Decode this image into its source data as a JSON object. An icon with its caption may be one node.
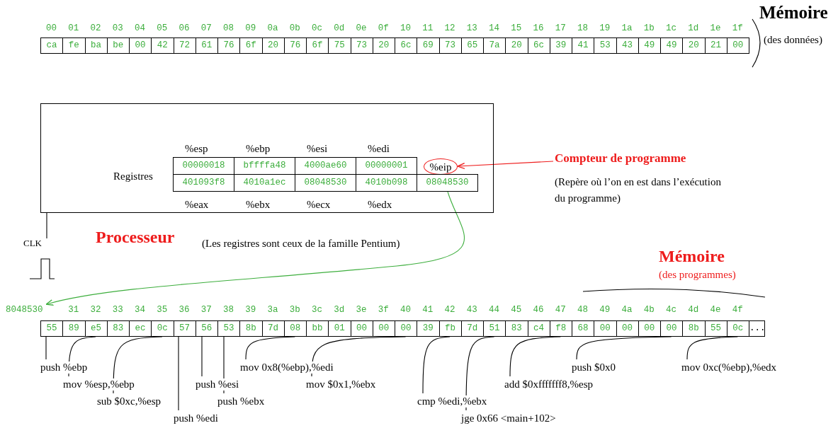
{
  "diagram": {
    "nodes": [
      {
        "text": [
          "Processeur"
        ],
        "beside": [
          "(Les registres sont ceux de la famille Pentium)"
        ]
      },
      {
        "text": [
          "%eip"
        ],
        "in": 0
      },
      {
        "text": [
          "08048530"
        ],
        "in": 0
      },
      {
        "text": [
          "Compteur de programme",
          "(Repère où l’on en est dans l’exécution du programme)"
        ]
      },
      {
        "text": [
          "8048530"
        ]
      },
      {
        "text": [
          "push %ebp"
        ]
      },
      {
        "text": [
          "mov %esp,%ebp"
        ]
      },
      {
        "text": [
          "sub $0xc,%esp"
        ]
      },
      {
        "text": [
          "push %edi"
        ]
      },
      {
        "text": [
          "push %esi"
        ]
      },
      {
        "text": [
          "push %ebx"
        ]
      },
      {
        "text": [
          "mov 0x8(%ebp),%edi"
        ]
      },
      {
        "text": [
          "mov $0x1,%ebx"
        ]
      },
      {
        "text": [
          "cmp %edi,%ebx"
        ]
      },
      {
        "text": [
          "jge 0x66 <main+102>"
        ]
      },
      {
        "text": [
          "add $0xfffffff8,%esp"
        ]
      },
      {
        "text": [
          "push $0x0"
        ]
      },
      {
        "text": [
          "mov 0xc(%ebp),%edx"
        ]
      },
      {
        "text": [
          "CLK"
        ]
      },
      {
        "text": [
          "55"
        ]
      },
      {
        "text": [
          "89"
        ]
      },
      {
        "text": [
          "e5"
        ]
      },
      {
        "text": [
          "83"
        ]
      },
      {
        "text": [
          "ec"
        ]
      },
      {
        "text": [
          "0c"
        ]
      },
      {
        "text": [
          "57"
        ]
      },
      {
        "text": [
          "56"
        ]
      },
      {
        "text": [
          "53"
        ]
      },
      {
        "text": [
          "8b"
        ]
      },
      {
        "text": [
          "7d"
        ]
      },
      {
        "text": [
          "08"
        ]
      },
      {
        "text": [
          "bb"
        ]
      },
      {
        "text": [
          "01"
        ]
      },
      {
        "text": [
          "00"
        ]
      },
      {
        "text": [
          "00"
        ]
      },
      {
        "text": [
          "00"
        ]
      },
      {
        "text": [
          "39"
        ]
      },
      {
        "text": [
          "fb"
        ]
      },
      {
        "text": [
          "7d"
        ]
      },
      {
        "text": [
          "51"
        ]
      },
      {
        "text": [
          "83"
        ]
      },
      {
        "text": [
          "c4"
        ]
      },
      {
        "text": [
          "f8"
        ]
      },
      {
        "text": [
          "68"
        ]
      },
      {
        "text": [
          "00"
        ]
      },
      {
        "text": [
          "00"
        ]
      },
      {
        "text": [
          "00"
        ]
      },
      {
        "text": [
          "00"
        ]
      },
      {
        "text": [
          "8b"
        ]
      },
      {
        "text": [
          "55"
        ]
      },
      {
        "text": [
          "0c"
        ]
      }
    ],
    "edges": [
      {
        "from": 3,
        "to": 1,
        "arrow": "to",
        "color": "#ee1c1c"
      },
      {
        "from": 2,
        "to": 4,
        "arrow": "to",
        "color": "#3dae3d"
      },
      {
        "from": 0,
        "to": 18,
        "arrow": "none"
      },
      {
        "from": 5,
        "to": 19,
        "arrow": "none"
      },
      {
        "from": 6,
        "to": 21,
        "arrow": "none"
      },
      {
        "from": 7,
        "to": 24,
        "arrow": "none"
      },
      {
        "from": 8,
        "to": 25,
        "arrow": "none"
      },
      {
        "from": 9,
        "to": 26,
        "arrow": "none"
      },
      {
        "from": 10,
        "to": 27,
        "arrow": "none"
      },
      {
        "from": 11,
        "to": 30,
        "arrow": "none"
      },
      {
        "from": 12,
        "to": 35,
        "arrow": "none"
      },
      {
        "from": 13,
        "to": 37,
        "arrow": "none"
      },
      {
        "from": 14,
        "to": 39,
        "arrow": "none"
      },
      {
        "from": 15,
        "to": 42,
        "arrow": "none"
      },
      {
        "from": 16,
        "to": 47,
        "arrow": "none"
      },
      {
        "from": 17,
        "to": 50,
        "arrow": "none"
      }
    ],
    "labels": [
      "Mémoire",
      "(des données)",
      "00",
      "01",
      "02",
      "03",
      "04",
      "05",
      "06",
      "07",
      "08",
      "09",
      "0a",
      "0b",
      "0c",
      "0d",
      "0e",
      "0f",
      "10",
      "11",
      "12",
      "13",
      "14",
      "15",
      "16",
      "17",
      "18",
      "19",
      "1a",
      "1b",
      "1c",
      "1d",
      "1e",
      "1f",
      "ca",
      "fe",
      "ba",
      "be",
      "00",
      "42",
      "72",
      "61",
      "76",
      "6f",
      "20",
      "76",
      "6f",
      "75",
      "73",
      "20",
      "6c",
      "69",
      "73",
      "65",
      "7a",
      "20",
      "6c",
      "39",
      "41",
      "53",
      "43",
      "49",
      "49",
      "20",
      "21",
      "00",
      "%esp",
      "%ebp",
      "%esi",
      "%edi",
      "Registres",
      "00000018",
      "bffffa48",
      "4000ae60",
      "00000001",
      "401093f8",
      "4010a1ec",
      "08048530",
      "4010b098",
      "%eax",
      "%ebx",
      "%ecx",
      "%edx",
      "Mémoire",
      "(des programmes)",
      "31",
      "32",
      "33",
      "34",
      "35",
      "36",
      "37",
      "38",
      "39",
      "3a",
      "3b",
      "3c",
      "3d",
      "3e",
      "3f",
      "40",
      "41",
      "42",
      "43",
      "44",
      "45",
      "46",
      "47",
      "48",
      "49",
      "4a",
      "4b",
      "4c",
      "4d",
      "4e",
      "4f",
      "..."
    ]
  }
}
